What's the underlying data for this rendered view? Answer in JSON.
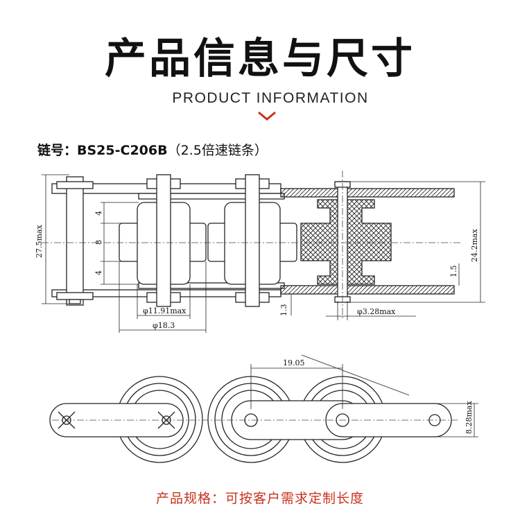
{
  "header": {
    "title": "产品信息与尺寸",
    "subtitle": "PRODUCT INFORMATION",
    "accent_color": "#c8321e"
  },
  "model": {
    "label": "链号：",
    "code": "BS25-C206B",
    "note": "（2.5倍速链条）"
  },
  "dimensions": {
    "overall_height": "27.5max",
    "plate_height_right": "24.2max",
    "roller_seg_top": "4",
    "roller_seg_mid": "8",
    "roller_seg_bottom": "4",
    "small_roller_dia": "φ11.91max",
    "large_roller_dia": "φ18.3",
    "plate_gap": "1.3",
    "plate_thickness": "1.5",
    "pin_dia": "φ3.28max",
    "pitch": "19.05",
    "plate_width": "8.28max"
  },
  "footer": {
    "note": "产品规格：可按客户需求定制长度"
  }
}
